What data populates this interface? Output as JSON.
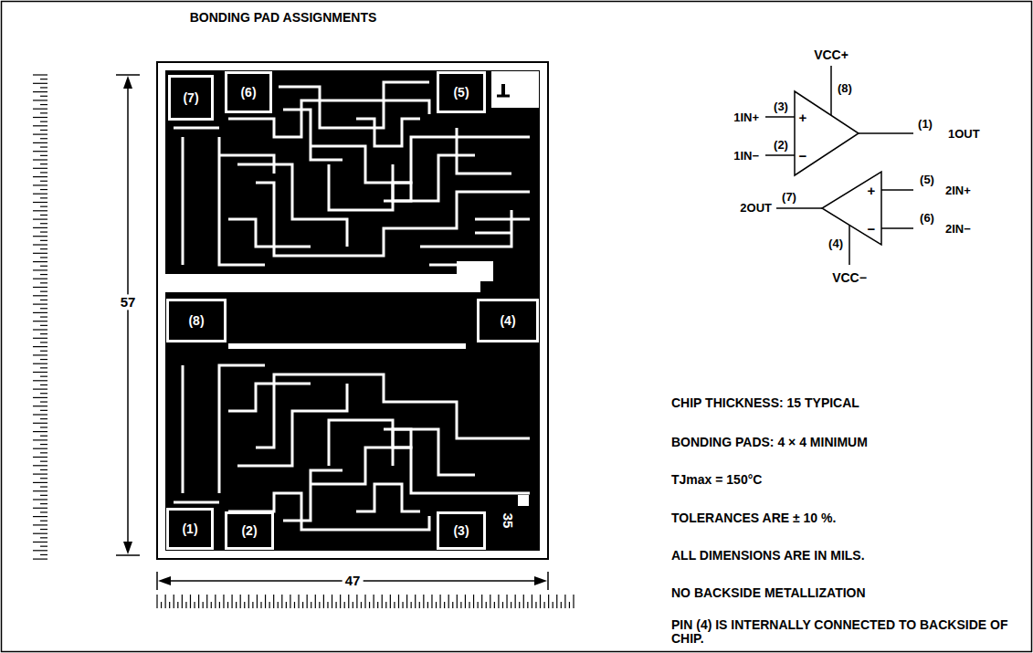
{
  "diagram": {
    "title": "BONDING PAD ASSIGNMENTS",
    "nodes": [
      {
        "text": [
          "(7)"
        ]
      },
      {
        "text": [
          "(6)"
        ]
      },
      {
        "text": [
          "(5)"
        ]
      },
      {
        "text": [
          "(8)"
        ]
      },
      {
        "text": [
          "(4)"
        ]
      },
      {
        "text": [
          "(1)"
        ]
      },
      {
        "text": [
          "(2)"
        ]
      },
      {
        "text": [
          "(3)"
        ]
      },
      {
        "text": [
          "+",
          "−"
        ]
      },
      {
        "text": [
          "+",
          "−"
        ]
      }
    ],
    "labels": [
      "57",
      "47",
      "35",
      "VCC+",
      "(8)",
      "(3)",
      "1IN+",
      "(2)",
      "1IN−",
      "(1)",
      "1OUT",
      "(5)",
      "2IN+",
      "2OUT",
      "(7)",
      "(6)",
      "2IN−",
      "(4)",
      "VCC−",
      "CHIP THICKNESS: 15 TYPICAL",
      "BONDING PADS: 4 × 4 MINIMUM",
      "TJmax = 150°C",
      "TOLERANCES ARE ± 10 %.",
      "ALL DIMENSIONS ARE IN MILS.",
      "NO BACKSIDE METALLIZATION",
      "PIN (4) IS INTERNALLY CONNECTED TO BACKSIDE OF CHIP."
    ]
  }
}
